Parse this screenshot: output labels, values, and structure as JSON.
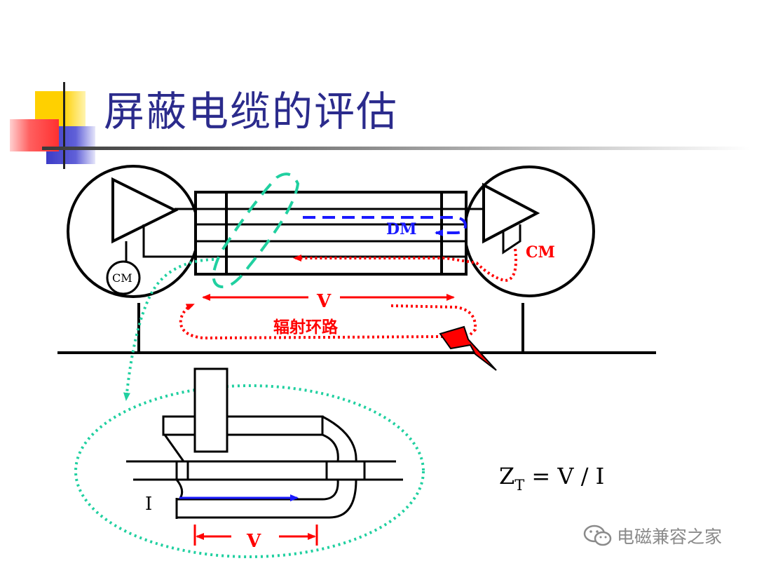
{
  "slide": {
    "title": "屏蔽电缆的评估"
  },
  "diagram": {
    "cm_source_label": "CM",
    "dm_label": "DM",
    "cm_label": "CM",
    "v_label_top": "V",
    "loop_label": "辐射环路",
    "detail_current_label": "I",
    "detail_v_label": "V",
    "formula_main": "Z",
    "formula_sub": "T",
    "formula_rest": " = V / I",
    "colors": {
      "red": "#ff0000",
      "blue": "#1a1aff",
      "teal": "#20d0a0",
      "black": "#000000",
      "title": "#2b2b8c"
    }
  },
  "watermark": {
    "icon": "wechat-icon",
    "text": "电磁兼容之家"
  }
}
